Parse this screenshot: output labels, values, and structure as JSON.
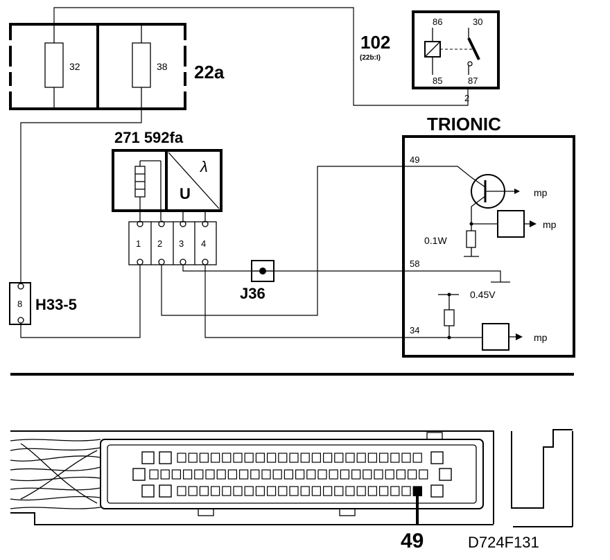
{
  "fuse_box": {
    "label": "22a",
    "fuses": [
      "32",
      "38"
    ]
  },
  "relay": {
    "number": "102",
    "sub_label": "(22b:I)",
    "pins": {
      "p86": "86",
      "p30": "30",
      "p85": "85",
      "p87": "87"
    },
    "output_pin": "2"
  },
  "trionic": {
    "title": "TRIONIC",
    "pins": {
      "p49": "49",
      "p58": "58",
      "p34": "34"
    },
    "resistor_label": "0.1W",
    "voltage_label": "0.45V",
    "mp_labels": [
      "mp",
      "mp",
      "mp"
    ]
  },
  "sensor": {
    "part_number": "271 592fa",
    "lambda_symbol": "λ",
    "u_symbol": "U",
    "pins": [
      "1",
      "2",
      "3",
      "4"
    ]
  },
  "junction": {
    "label": "J36"
  },
  "connector": {
    "label": "H33-5",
    "pin": "8"
  },
  "ecu_connector": {
    "pin_callout": "49"
  },
  "figure_id": "D724F131"
}
